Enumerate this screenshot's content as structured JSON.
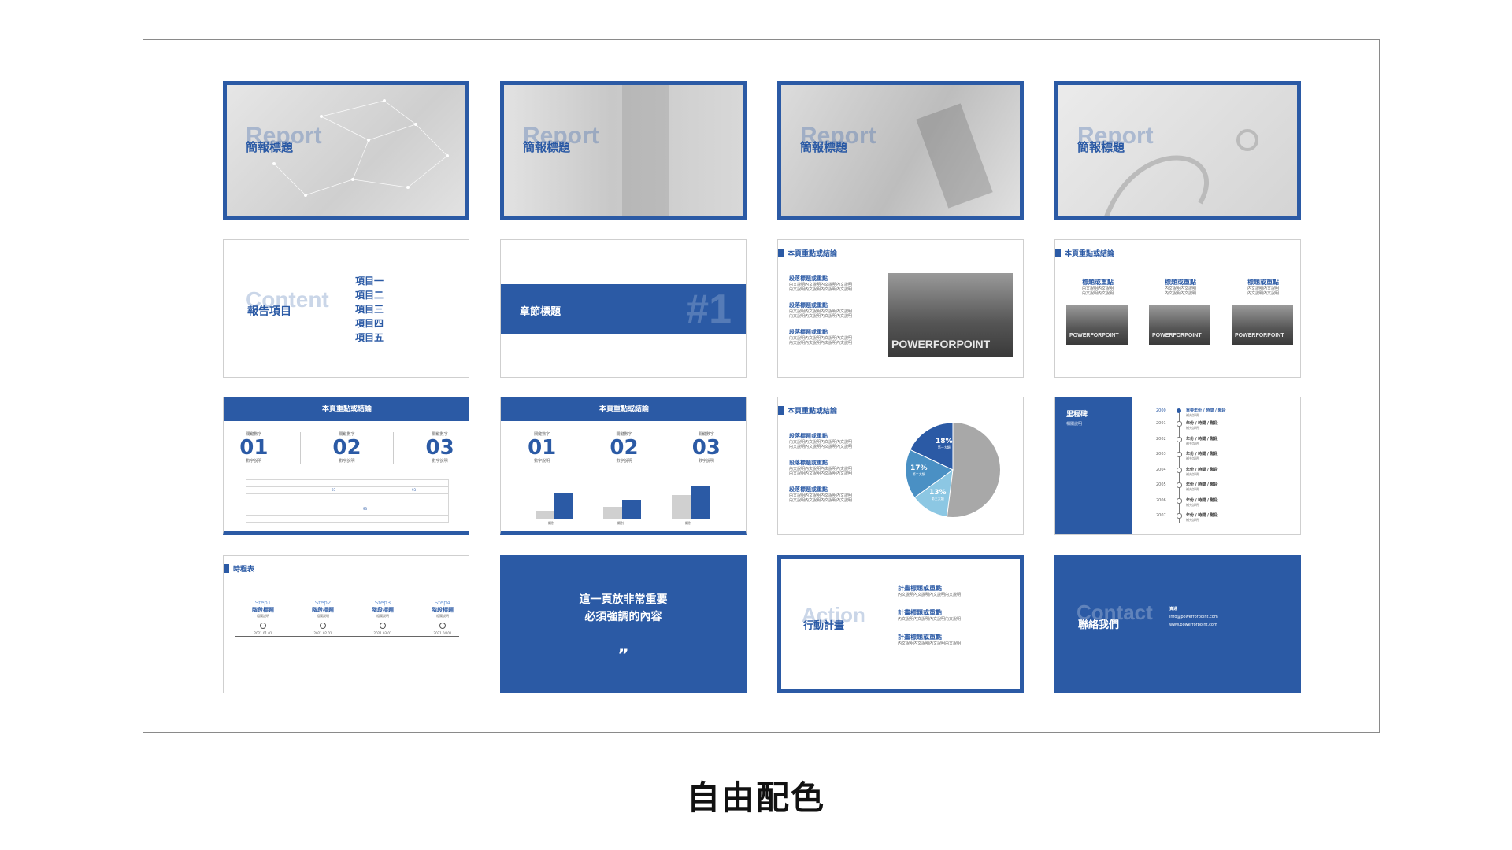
{
  "caption": "自由配色",
  "colors": {
    "brand_blue": "#2b5aa5",
    "light_blue": "#6fb7d9",
    "gray": "#a8a8a8"
  },
  "covers": [
    {
      "ghost": "Report",
      "title": "簡報標題"
    },
    {
      "ghost": "Report",
      "title": "簡報標題"
    },
    {
      "ghost": "Report",
      "title": "簡報標題"
    },
    {
      "ghost": "Report",
      "title": "簡報標題"
    }
  ],
  "content_slide": {
    "ghost": "Content",
    "title": "報告項目",
    "items": [
      "項目一",
      "項目二",
      "項目三",
      "項目四",
      "項目五"
    ]
  },
  "chapter_slide": {
    "title": "章節標題",
    "number": "#1"
  },
  "summary_title": "本頁重點或結論",
  "para_slide": {
    "para_title": "段落標題或重點",
    "para_text": [
      "內文說明內文說明內文說明內文說明",
      "內文說明內文說明內文說明內文說明",
      "內文說明內文說明內文說明內文說明"
    ],
    "photo_text": "POWERFORPOINT"
  },
  "three_col_slide": {
    "col_title": "標題或重點",
    "col_text": [
      "內文說明內文說明",
      "內文說明內文說明"
    ]
  },
  "numbers_slide": {
    "label": "關鍵數字",
    "numbers": [
      "01",
      "02",
      "03"
    ],
    "desc": "數字說明",
    "table_marks": [
      "93",
      "93",
      "93"
    ]
  },
  "bars_slide": {
    "bar_label": "類別"
  },
  "pie_slide": {
    "slices": [
      {
        "pct": "18%",
        "label": "第一大類",
        "value": 18
      },
      {
        "pct": "17%",
        "label": "第二大類",
        "value": 17
      },
      {
        "pct": "13%",
        "label": "第三大類",
        "value": 13
      }
    ]
  },
  "milestone_slide": {
    "title": "里程碑",
    "subtitle": "相關說明",
    "first": {
      "year": "2000",
      "text": "重要年份 / 時間 / 階段",
      "note": "補充說明"
    },
    "years": [
      "2001",
      "2002",
      "2003",
      "2004",
      "2005",
      "2006",
      "2007"
    ],
    "item_text": "年份 / 時間 / 階段",
    "item_note": "補充說明"
  },
  "schedule_slide": {
    "title": "時程表",
    "steps": [
      {
        "step": "Step1",
        "name": "階段標題",
        "desc": "相關說明",
        "date": "2021.01.01"
      },
      {
        "step": "Step2",
        "name": "階段標題",
        "desc": "相關說明",
        "date": "2021.02.01"
      },
      {
        "step": "Step3",
        "name": "階段標題",
        "desc": "相關說明",
        "date": "2021.03.01"
      },
      {
        "step": "Step4",
        "name": "階段標題",
        "desc": "相關說明",
        "date": "2021.04.01"
      }
    ]
  },
  "quote_slide": {
    "line1": "這一頁放非常重要",
    "line2": "必須強調的內容",
    "mark": "”"
  },
  "action_slide": {
    "ghost": "Action",
    "title": "行動計畫",
    "item_title": "計畫標題或重點",
    "item_text": "內文說明內文說明內文說明內文說明"
  },
  "contact_slide": {
    "ghost": "Contact",
    "title": "聯絡我們",
    "name": "資通",
    "email": "info@powerforpoint.com",
    "web": "www.powerforpoint.com"
  }
}
